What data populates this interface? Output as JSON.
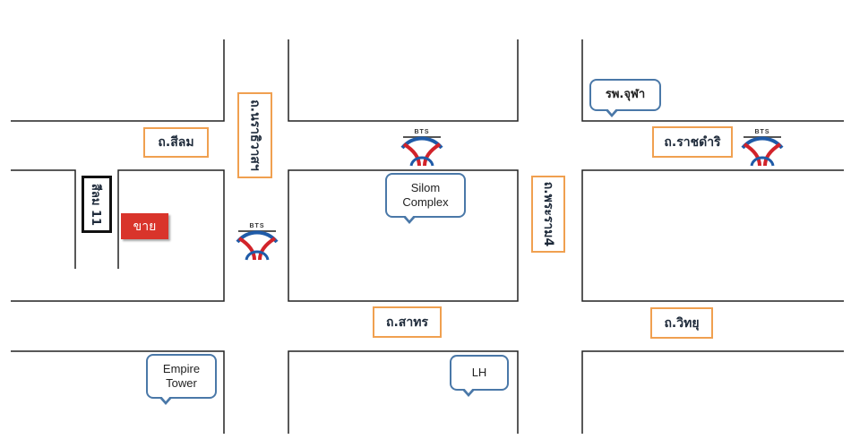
{
  "road_labels": {
    "silom": "ถ.สีลม",
    "ratchadamri": "ถ.ราชดำริ",
    "sathorn": "ถ.สาทร",
    "wittayu": "ถ.วิทยุ",
    "narathiwat": "ถ.นราธิวาสฯ",
    "rama4": "ถ.พระราม4"
  },
  "soi_label": "สีลม 11",
  "sale_tag": "ขาย",
  "callouts": {
    "chula_hospital": "รพ.จุฬา",
    "silom_complex": "Silom\nComplex",
    "empire_tower": "Empire\nTower",
    "lh": "LH"
  },
  "bts_text": "BTS",
  "colors": {
    "road_label_border": "#f0a050",
    "callout_border": "#4a78a8",
    "sale_tag": "#d9342b",
    "bts_red": "#d2232a",
    "bts_blue": "#1f5ba8"
  }
}
